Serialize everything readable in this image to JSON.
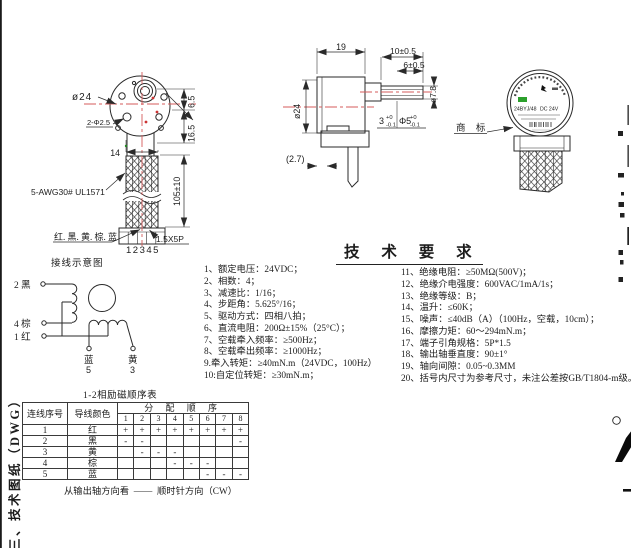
{
  "side_tab": "三、技术图纸（DWG）",
  "drawing": {
    "front": {
      "dia_label": "ø24",
      "holes_label": "2-Φ2.5",
      "dim_6_5": "6.5",
      "dim_16_5": "16.5",
      "dim_14": "14",
      "dim_105": "105±10",
      "cable_spec": "5-AWG30# UL1571",
      "wire_colors": "红. 黑. 黄. 棕. 蓝",
      "connector_spec": "1.5X5P",
      "pin_numbers": "12345",
      "caption": "接线示意图"
    },
    "side": {
      "dim_19": "19",
      "dim_10": "10±0.5",
      "dim_6": "6±0.5",
      "dia_24": "ø24",
      "dia_7_8": "ø7.8",
      "dim_3": "3",
      "dim_3_up": "+0",
      "dim_3_dn": "-0.1",
      "dia_5": "Φ5",
      "dim_5_up": "+0",
      "dim_5_dn": "-0.1",
      "dim_2_7": "(2.7)"
    },
    "rear": {
      "label": "商 标",
      "model": "24BYJ/48",
      "voltage": "DC 24V"
    }
  },
  "wiring": {
    "t2": "2 黑",
    "t4": "4 棕",
    "t1": "1 红",
    "blue": "蓝",
    "blue_num": "5",
    "yellow": "黄",
    "yellow_num": "3"
  },
  "tech_req": {
    "title": "技 术 要 求",
    "left": [
      "1、额定电压：24VDC；",
      "2、相数：4；",
      "3、减速比：1/16；",
      "4、步距角：5.625°/16；",
      "5、驱动方式：四相八拍；",
      "6、直流电阻：200Ω±15%（25°C）；",
      "7、空载牵入频率：≥500Hz；",
      "8、空载牵出频率：≥1000Hz；",
      "9.牵入转矩：≥40mN.m（24VDC，100Hz）",
      "10:自定位转矩：≥30mN.m；"
    ],
    "right": [
      "11、绝缘电阻：≥50MΩ(500V)；",
      "12、绝缘介电强度：600VAC/1mA/1s；",
      "13、绝缘等级：B；",
      "14、温升：≤60K；",
      "15、噪声：≤40dB（A）（100Hz，空载，10cm）；",
      "16、摩擦力矩：60～294mN.m；",
      "17、端子引角规格：5P*1.5",
      "18、输出轴垂直度：90±1°",
      "19、轴向间隙：0.05~0.3MM",
      "20、括号内尺寸为参考尺寸，未注公差按GB/T1804-m级。"
    ]
  },
  "seq_table": {
    "title": "1-2相励磁顺序表",
    "h_wire_no": "连线序号",
    "h_wire_color": "导线颜色",
    "h_sequence": "分 配 顺 序",
    "steps": [
      "1",
      "2",
      "3",
      "4",
      "5",
      "6",
      "7",
      "8"
    ],
    "rows": [
      {
        "no": "1",
        "color": "红",
        "c": [
          "+",
          "+",
          "+",
          "+",
          "+",
          "+",
          "+",
          "+"
        ]
      },
      {
        "no": "2",
        "color": "黑",
        "c": [
          "-",
          "-",
          "",
          "",
          "",
          "",
          "",
          "-"
        ]
      },
      {
        "no": "3",
        "color": "黄",
        "c": [
          "",
          "-",
          "-",
          "-",
          "",
          "",
          "",
          ""
        ]
      },
      {
        "no": "4",
        "color": "棕",
        "c": [
          "",
          "",
          "",
          "-",
          "-",
          "-",
          "",
          ""
        ]
      },
      {
        "no": "5",
        "color": "蓝",
        "c": [
          "",
          "",
          "",
          "",
          "",
          "-",
          "-",
          "-"
        ]
      }
    ],
    "note": "从输出轴方向看  ——  顺时针方向（CW）"
  }
}
